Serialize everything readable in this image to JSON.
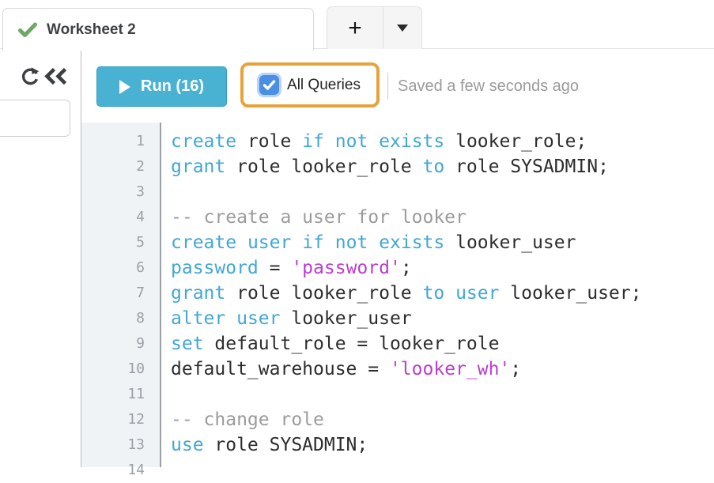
{
  "tab_bar": {
    "active_tab": {
      "label": "Worksheet 2",
      "status_icon": "green-check"
    },
    "new_tab_label": "+",
    "tab_menu_icon": "caret-down"
  },
  "sidebar": {
    "icons": [
      "refresh-icon",
      "collapse-left-icon"
    ],
    "search_box_value": ""
  },
  "toolbar": {
    "run_label": "Run (16)",
    "all_queries_label": "All Queries",
    "all_queries_checked": true,
    "saved_status": "Saved a few seconds ago"
  },
  "editor": {
    "lines": [
      {
        "n": "1",
        "segs": [
          {
            "c": "k",
            "t": "create"
          },
          {
            "c": "p",
            "t": " role "
          },
          {
            "c": "k",
            "t": "if"
          },
          {
            "c": "p",
            "t": " "
          },
          {
            "c": "k",
            "t": "not"
          },
          {
            "c": "p",
            "t": " "
          },
          {
            "c": "k",
            "t": "exists"
          },
          {
            "c": "p",
            "t": " looker_role;"
          }
        ]
      },
      {
        "n": "2",
        "segs": [
          {
            "c": "k",
            "t": "grant"
          },
          {
            "c": "p",
            "t": " role looker_role "
          },
          {
            "c": "k",
            "t": "to"
          },
          {
            "c": "p",
            "t": " role SYSADMIN;"
          }
        ]
      },
      {
        "n": "3",
        "segs": []
      },
      {
        "n": "4",
        "segs": [
          {
            "c": "c",
            "t": "-- create a user for looker"
          }
        ]
      },
      {
        "n": "5",
        "segs": [
          {
            "c": "k",
            "t": "create"
          },
          {
            "c": "p",
            "t": " "
          },
          {
            "c": "k",
            "t": "user"
          },
          {
            "c": "p",
            "t": " "
          },
          {
            "c": "k",
            "t": "if"
          },
          {
            "c": "p",
            "t": " "
          },
          {
            "c": "k",
            "t": "not"
          },
          {
            "c": "p",
            "t": " "
          },
          {
            "c": "k",
            "t": "exists"
          },
          {
            "c": "p",
            "t": " looker_user"
          }
        ]
      },
      {
        "n": "6",
        "segs": [
          {
            "c": "k",
            "t": "password"
          },
          {
            "c": "p",
            "t": " = "
          },
          {
            "c": "s",
            "t": "'password'"
          },
          {
            "c": "p",
            "t": ";"
          }
        ]
      },
      {
        "n": "7",
        "segs": [
          {
            "c": "k",
            "t": "grant"
          },
          {
            "c": "p",
            "t": " role looker_role "
          },
          {
            "c": "k",
            "t": "to"
          },
          {
            "c": "p",
            "t": " "
          },
          {
            "c": "k",
            "t": "user"
          },
          {
            "c": "p",
            "t": " looker_user;"
          }
        ]
      },
      {
        "n": "8",
        "segs": [
          {
            "c": "k",
            "t": "alter"
          },
          {
            "c": "p",
            "t": " "
          },
          {
            "c": "k",
            "t": "user"
          },
          {
            "c": "p",
            "t": " looker_user"
          }
        ]
      },
      {
        "n": "9",
        "segs": [
          {
            "c": "k",
            "t": "set"
          },
          {
            "c": "p",
            "t": " default_role = looker_role"
          }
        ]
      },
      {
        "n": "10",
        "segs": [
          {
            "c": "p",
            "t": "default_warehouse = "
          },
          {
            "c": "s",
            "t": "'looker_wh'"
          },
          {
            "c": "p",
            "t": ";"
          }
        ]
      },
      {
        "n": "11",
        "segs": []
      },
      {
        "n": "12",
        "segs": [
          {
            "c": "c",
            "t": "-- change role"
          }
        ]
      },
      {
        "n": "13",
        "segs": [
          {
            "c": "k",
            "t": "use"
          },
          {
            "c": "p",
            "t": " role SYSADMIN;"
          }
        ]
      },
      {
        "n": "14",
        "segs": []
      }
    ]
  },
  "colors": {
    "run_button_teal": "#49b2d3",
    "highlight_orange": "#e5a33c",
    "checkbox_blue": "#4a8fe5",
    "tab_check_green": "#6aaa64",
    "keyword_blue": "#42a7d4",
    "string_magenta": "#bb3dcd",
    "comment_gray": "#9b9b9b"
  }
}
